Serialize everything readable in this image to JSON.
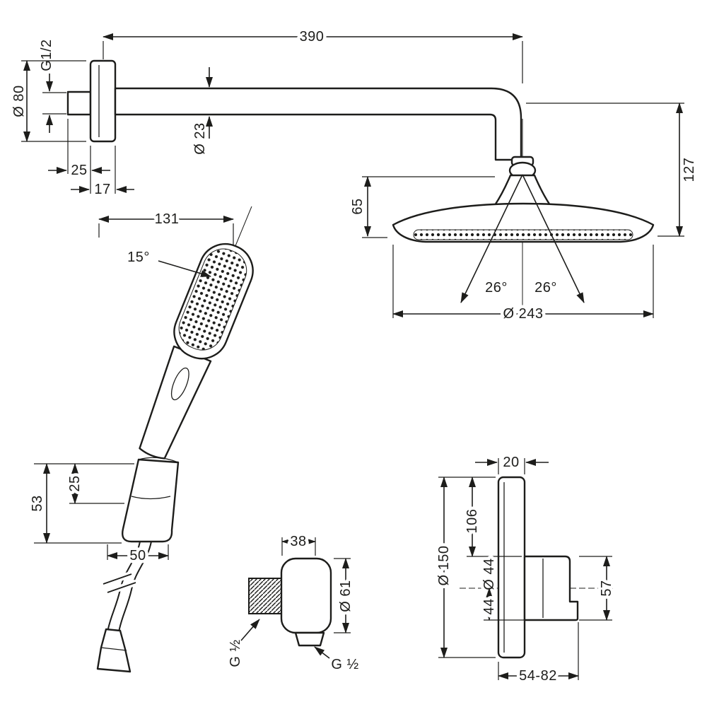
{
  "drawing": {
    "background": "#ffffff",
    "ink": "#1d1d1b",
    "overhead": {
      "arm_length": "390",
      "wall_thread": "G1/2",
      "flange_diameter": "Ø 80",
      "flange_offset": "25",
      "flange_depth": "17",
      "arm_diameter": "Ø 23",
      "drop_height": "127",
      "head_depth": "65",
      "spray_angle_left": "26°",
      "spray_angle_right": "26°",
      "head_diameter": "Ø 243"
    },
    "handshower": {
      "reach": "131",
      "tilt_angle": "15°",
      "holder_height": "53",
      "holder_inset": "25",
      "holder_width": "50"
    },
    "outlet": {
      "depth": "38",
      "diameter": "Ø 61",
      "thread_wall": "G ½",
      "thread_bottom": "G ½"
    },
    "mixer": {
      "plate_depth": "20",
      "plate_diameter": "Ø 150",
      "cartridge_height": "106",
      "handle_diameter": "Ø 44",
      "handle_offset": "44",
      "handle_height": "57",
      "install_depth": "54-82"
    }
  }
}
